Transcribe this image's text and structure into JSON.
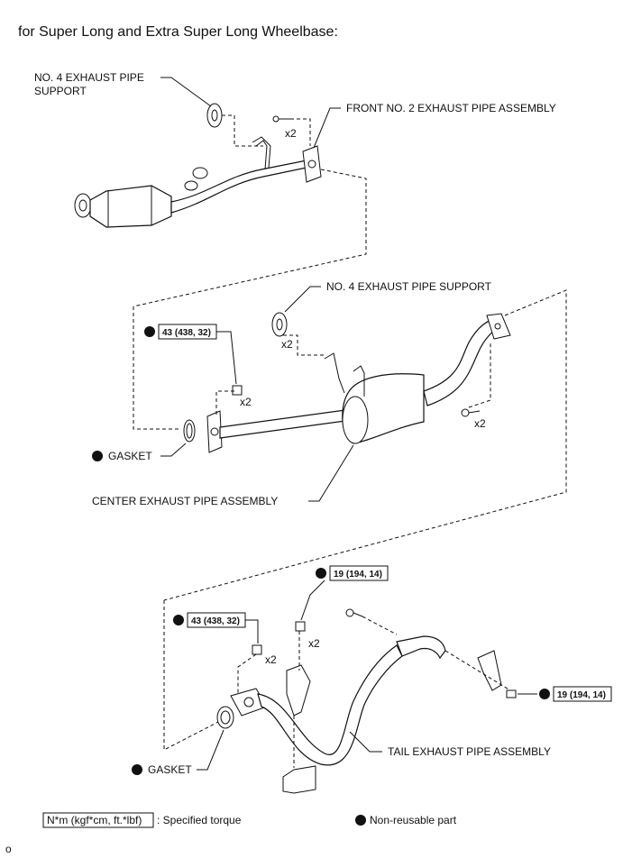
{
  "title": "for Super Long and Extra Super Long Wheelbase:",
  "labels": {
    "no4_support_top_line1": "NO. 4 EXHAUST PIPE",
    "no4_support_top_line2": "SUPPORT",
    "front_no2_pipe": "FRONT NO. 2 EXHAUST PIPE ASSEMBLY",
    "no4_support_mid": "NO. 4 EXHAUST PIPE SUPPORT",
    "gasket_mid": "GASKET",
    "center_pipe": "CENTER EXHAUST PIPE ASSEMBLY",
    "gasket_bottom": "GASKET",
    "tail_pipe": "TAIL EXHAUST PIPE ASSEMBLY"
  },
  "quantities": {
    "q1": "x2",
    "q2": "x2",
    "q3": "x2",
    "q4": "x2",
    "q5": "x2",
    "q6": "x2"
  },
  "torques": {
    "center_nut": "43 (438, 32)",
    "tail_nut": "43 (438, 32)",
    "tail_top_nut": "19 (194, 14)",
    "tail_bolt": "19 (194, 14)"
  },
  "legend": {
    "torque_box": "N*m (kgf*cm, ft.*lbf)",
    "torque_desc": ": Specified torque",
    "nonreusable": "Non-reusable part"
  },
  "corner_mark": "o"
}
